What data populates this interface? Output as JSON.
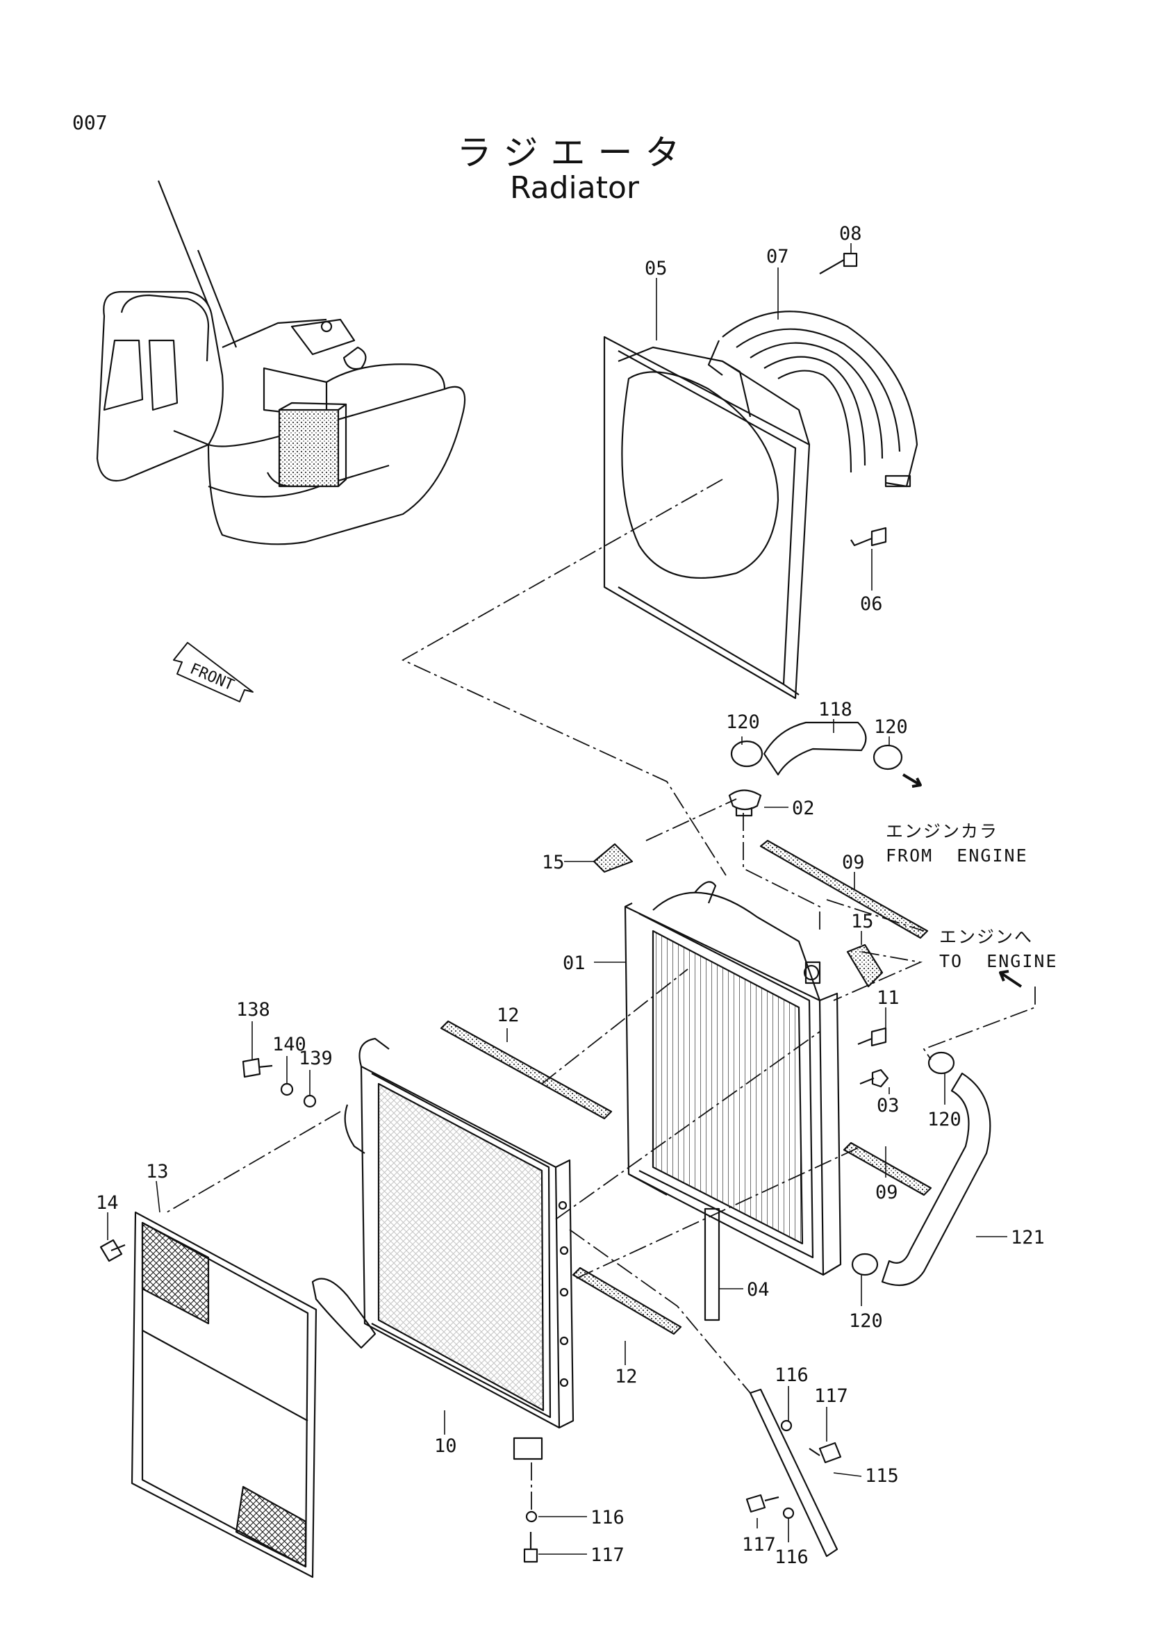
{
  "page": {
    "number": "007",
    "title_jp": "ラジエータ",
    "title_en": "Radiator"
  },
  "front_marker": "FRONT",
  "directions": {
    "from_engine_jp": "エンジンカラ",
    "from_engine_en": "FROM  ENGINE",
    "to_engine_jp": "エンジンへ",
    "to_engine_en": "TO  ENGINE"
  },
  "callouts": {
    "p01": "01",
    "p02": "02",
    "p03": "03",
    "p04": "04",
    "p05": "05",
    "p06": "06",
    "p07": "07",
    "p08": "08",
    "p09a": "09",
    "p09b": "09",
    "p10": "10",
    "p11": "11",
    "p12a": "12",
    "p12b": "12",
    "p13": "13",
    "p14": "14",
    "p15a": "15",
    "p15b": "15",
    "p115": "115",
    "p116a": "116",
    "p116b": "116",
    "p116c": "116",
    "p117a": "117",
    "p117b": "117",
    "p117c": "117",
    "p118": "118",
    "p120a": "120",
    "p120b": "120",
    "p120c": "120",
    "p120d": "120",
    "p121": "121",
    "p138": "138",
    "p139": "139",
    "p140": "140"
  },
  "colors": {
    "ink": "#111111",
    "foam": "#8a8a8a",
    "paper": "#ffffff"
  }
}
